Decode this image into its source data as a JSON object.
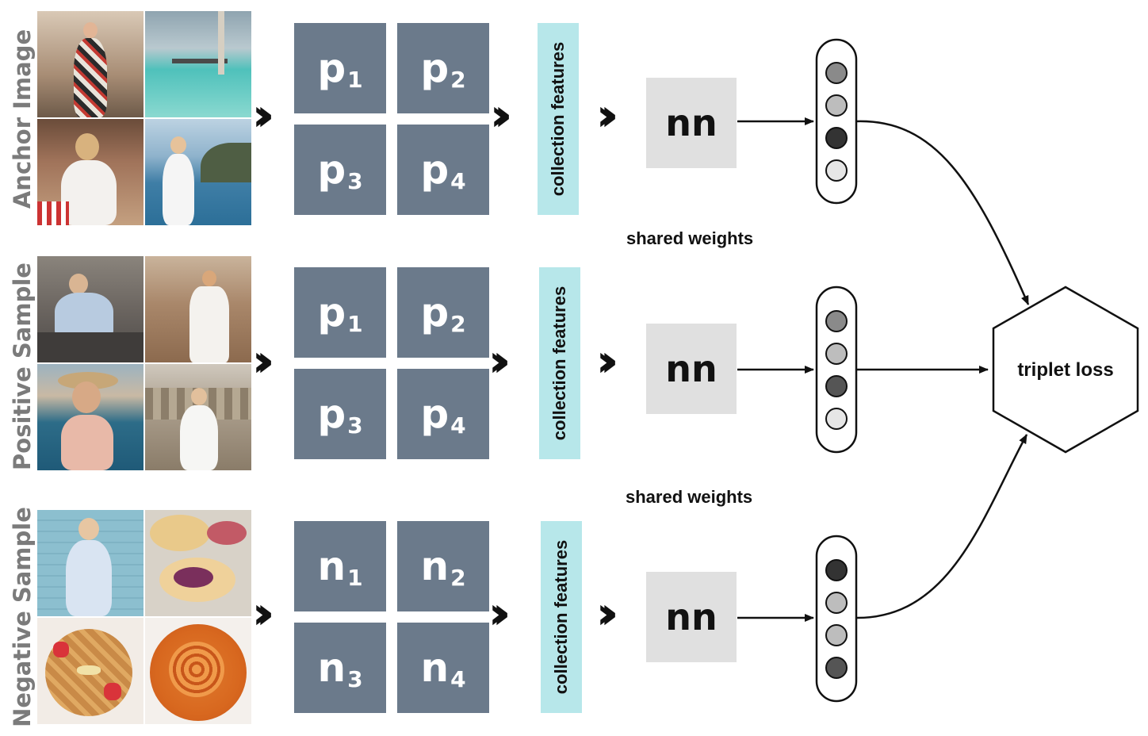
{
  "rows": [
    {
      "label": "Anchor Image",
      "tiles": [
        {
          "base": "p",
          "sub": "1"
        },
        {
          "base": "p",
          "sub": "2"
        },
        {
          "base": "p",
          "sub": "3"
        },
        {
          "base": "p",
          "sub": "4"
        }
      ],
      "collection_label": "collection features",
      "nn_label": "nn",
      "embedding_shades": [
        "#8a8a8a",
        "#bdbdbd",
        "#333333",
        "#e6e6e6"
      ]
    },
    {
      "label": "Positive Sample",
      "tiles": [
        {
          "base": "p",
          "sub": "1"
        },
        {
          "base": "p",
          "sub": "2"
        },
        {
          "base": "p",
          "sub": "3"
        },
        {
          "base": "p",
          "sub": "4"
        }
      ],
      "collection_label": "collection features",
      "nn_label": "nn",
      "embedding_shades": [
        "#8a8a8a",
        "#bdbdbd",
        "#555555",
        "#e6e6e6"
      ]
    },
    {
      "label": "Negative Sample",
      "tiles": [
        {
          "base": "n",
          "sub": "1"
        },
        {
          "base": "n",
          "sub": "2"
        },
        {
          "base": "n",
          "sub": "3"
        },
        {
          "base": "n",
          "sub": "4"
        }
      ],
      "collection_label": "collection features",
      "nn_label": "nn",
      "embedding_shades": [
        "#333333",
        "#bdbdbd",
        "#bdbdbd",
        "#555555"
      ]
    }
  ],
  "shared_weights_labels": [
    "shared weights",
    "shared weights"
  ],
  "loss_label": "triplet loss",
  "colors": {
    "tile": "#6b7a8b",
    "collection": "#b7e7ea",
    "nn_box": "#e0e0e0",
    "row_label": "#7b7b7b"
  },
  "icons": {
    "flow_arrow": "double-chevron-right-icon",
    "loss_node": "hexagon"
  }
}
